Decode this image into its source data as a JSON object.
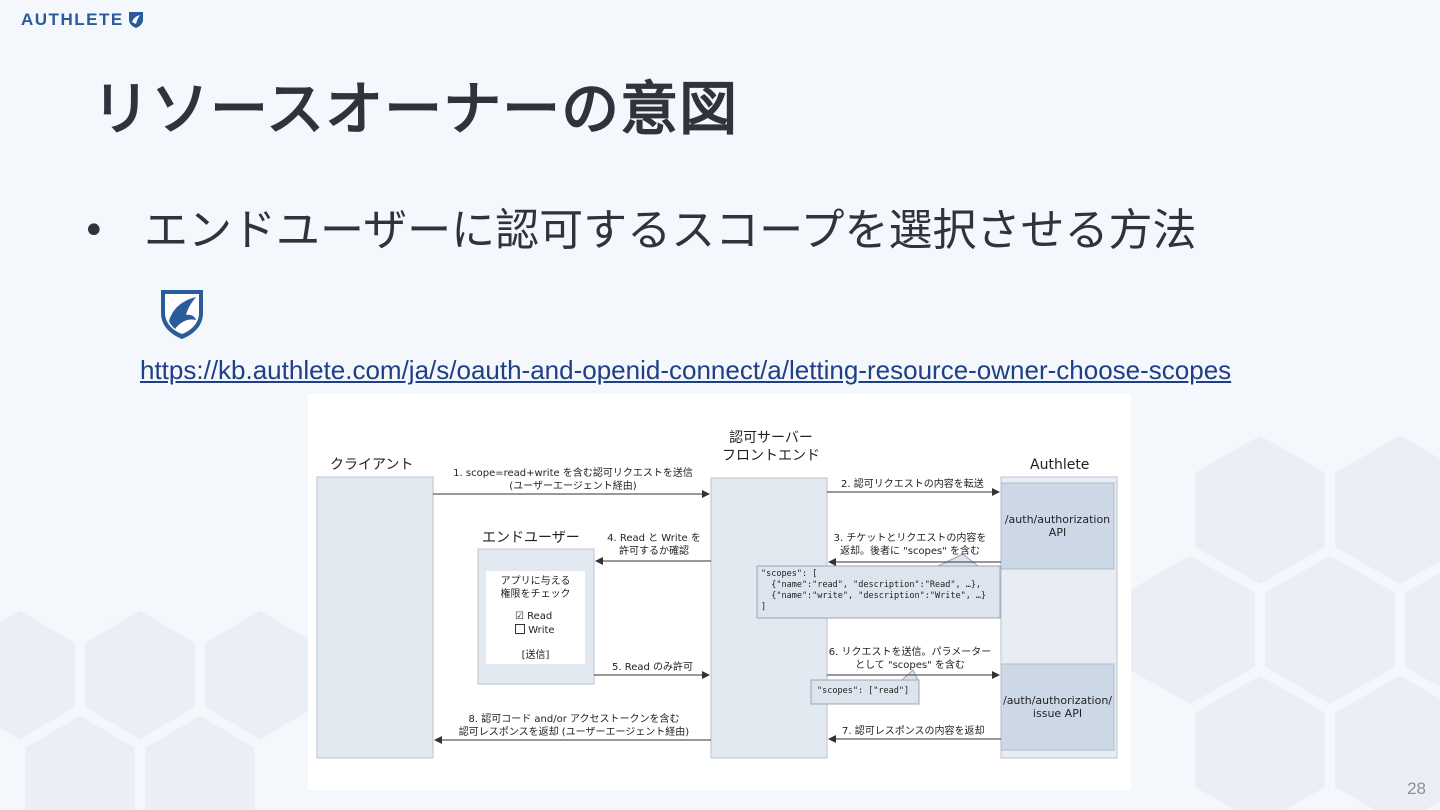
{
  "header": {
    "logo_text": "AUTHLETE"
  },
  "slide": {
    "title": "リソースオーナーの意図",
    "bullet_symbol": "•",
    "bullet_text": "エンドユーザーに認可するスコープを選択させる方法",
    "link_url": "https://kb.authlete.com/ja/s/oauth-and-openid-connect/a/letting-resource-owner-choose-scopes",
    "page_number": "28"
  },
  "diagram": {
    "lanes": {
      "client": "クライアント",
      "frontend_line1": "認可サーバー",
      "frontend_line2": "フロントエンド",
      "authlete": "Authlete",
      "enduser": "エンドユーザー"
    },
    "apis": {
      "authorization": "/auth/authorization\nAPI",
      "issue": "/auth/authorization/\nissue API"
    },
    "consent": {
      "text": "アプリに与える\n権限をチェック",
      "read": "Read",
      "write": "Write",
      "submit": "[送信]",
      "checkbox_symbol": "☑"
    },
    "steps": {
      "s1": "1. scope=read+write を含む認可リクエストを送信\n(ユーザーエージェント経由)",
      "s2": "2. 認可リクエストの内容を転送",
      "s3": "3. チケットとリクエストの内容を\n返却。後者に \"scopes\" を含む",
      "s4": "4. Read と Write を\n許可するか確認",
      "s5": "5. Read のみ許可",
      "s6": "6. リクエストを送信。パラメーター\nとして \"scopes\" を含む",
      "s7": "7. 認可レスポンスの内容を返却",
      "s8": "8. 認可コード and/or アクセストークンを含む\n認可レスポンスを返却 (ユーザーエージェント経由)"
    },
    "json_scopes_full": "\"scopes\": [\n  {\"name\":\"read\", \"description\":\"Read\", …},\n  {\"name\":\"write\", \"description\":\"Write\", …}\n]",
    "json_scopes_read": "\"scopes\": [\"read\"]"
  },
  "colors": {
    "title": "#2e333d",
    "link": "#1f3f86",
    "logo": "#2a5b9a",
    "lane_fill": "#e3e9f1",
    "api_fill": "#cdd8e7"
  }
}
